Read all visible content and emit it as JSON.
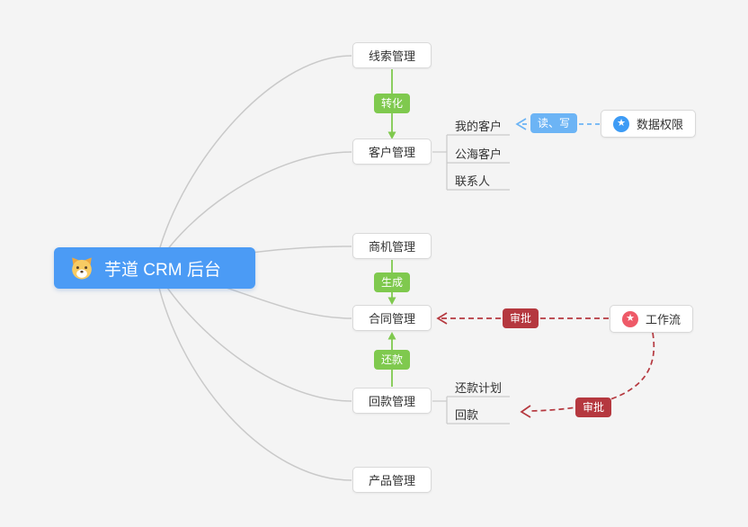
{
  "root": {
    "label": "芋道 CRM 后台",
    "icon": "dog-logo-icon",
    "bg": "#4b9bf5"
  },
  "nodes": {
    "lead": "线索管理",
    "customer": "客户管理",
    "opportunity": "商机管理",
    "contract": "合同管理",
    "receivable": "回款管理",
    "product": "产品管理"
  },
  "customer_children": [
    "我的客户",
    "公海客户",
    "联系人"
  ],
  "receivable_children": [
    "还款计划",
    "回款"
  ],
  "side_nodes": {
    "data_permission": {
      "label": "数据权限",
      "icon": "star-icon",
      "icon_glyph": "★",
      "icon_color": "#3d9bf5"
    },
    "workflow": {
      "label": "工作流",
      "icon": "star-icon",
      "icon_glyph": "★",
      "icon_color": "#ee5a68"
    }
  },
  "edge_labels": {
    "transform": "转化",
    "generate": "生成",
    "repay": "还款",
    "read_write": "读、写",
    "approve_contract": "审批",
    "approve_receivable": "审批"
  },
  "colors": {
    "root_bg": "#4b9bf5",
    "green": "#7fc94e",
    "red": "#b5383f",
    "blue_label": "#6cb4f5",
    "connector_gray": "#c9c9c9",
    "node_border": "#d9d9d9",
    "background": "#f4f4f4"
  }
}
